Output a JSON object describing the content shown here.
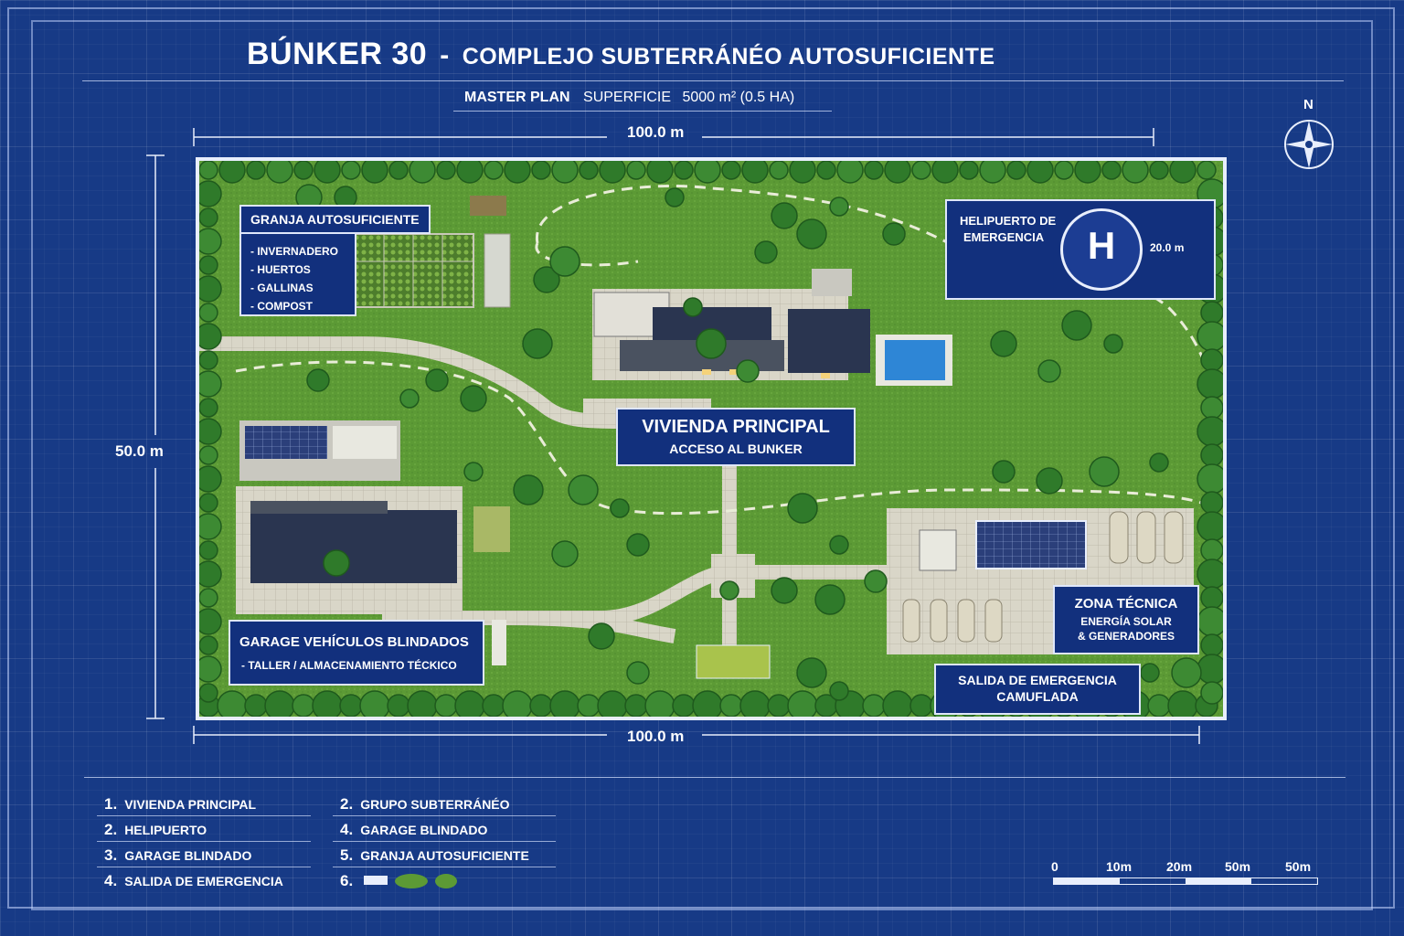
{
  "title": {
    "main": "BÚNKER 30",
    "separator": "-",
    "subtitle": "COMPLEJO SUBTERRÁNÉO AUTOSUFICIENTE"
  },
  "plan": {
    "label": "MASTER PLAN",
    "surface_label": "SUPERFICIE",
    "surface_value": "5000 m² (0.5 HA)"
  },
  "compass": {
    "north": "N"
  },
  "dimensions": {
    "width_top": "100.0 m",
    "width_bottom": "100.0 m",
    "height": "50.0 m"
  },
  "zones": {
    "farm": {
      "title": "GRANJA AUTOSUFICIENTE",
      "items": [
        "- INVERNADERO",
        "- HUERTOS",
        "- GALLINAS",
        "- COMPOST"
      ]
    },
    "heliport": {
      "title_line1": "HELIPUERTO DE",
      "title_line2": "EMERGENCIA",
      "pad_letter": "H",
      "pad_size": "20.0 m"
    },
    "house": {
      "title": "VIVIENDA PRINCIPAL",
      "subtitle": "ACCESO AL BUNKER"
    },
    "garage": {
      "title": "GARAGE VEHÍCULOS BLINDADOS",
      "subtitle": "- TALLER / ALMACENAMIENTO TÉCKICO"
    },
    "technical": {
      "title": "ZONA TÉCNICA",
      "line1": "ENERGÍA SOLAR",
      "line2": "& GENERADORES"
    },
    "exit": {
      "line1": "SALIDA DE EMERGENCIA",
      "line2": "CAMUFLADA"
    }
  },
  "legend": {
    "left": [
      {
        "num": "1.",
        "label": "VIVIENDA PRINCIPAL"
      },
      {
        "num": "2.",
        "label": "HELIPUERTO"
      },
      {
        "num": "3.",
        "label": "GARAGE BLINDADO"
      },
      {
        "num": "4.",
        "label": "SALIDA DE EMERGENCIA"
      }
    ],
    "right": [
      {
        "num": "2.",
        "label": "GRUPO SUBTERRÁNÉO"
      },
      {
        "num": "4.",
        "label": "GARAGE BLINDADO"
      },
      {
        "num": "5.",
        "label": "GRANJA AUTOSUFICIENTE"
      },
      {
        "num": "6.",
        "label": ""
      }
    ]
  },
  "scale_bar": {
    "labels": [
      "0",
      "10m",
      "20m",
      "50m",
      "50m"
    ]
  },
  "colors": {
    "background": "#173a86",
    "label_fill": "#12307d",
    "grass": "#5c9a35",
    "trees": "#2f7a2a",
    "paths": "#d9d6c8",
    "pool": "#2e86d6",
    "roof": "#2a3550"
  }
}
